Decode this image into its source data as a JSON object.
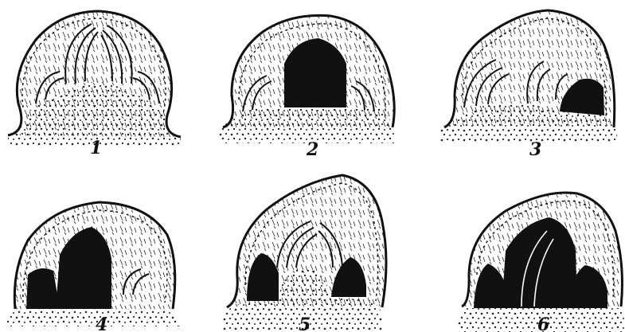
{
  "figure": {
    "panels": [
      {
        "label": "1",
        "dark_regions": []
      },
      {
        "label": "2",
        "dark_regions": [
          "center"
        ]
      },
      {
        "label": "3",
        "dark_regions": [
          "right"
        ]
      },
      {
        "label": "4",
        "dark_regions": [
          "left",
          "center-left"
        ]
      },
      {
        "label": "5",
        "dark_regions": [
          "left",
          "right"
        ]
      },
      {
        "label": "6",
        "dark_regions": [
          "left",
          "center",
          "right"
        ]
      }
    ],
    "colors": {
      "ink": "#111111",
      "paper": "#ffffff"
    }
  }
}
